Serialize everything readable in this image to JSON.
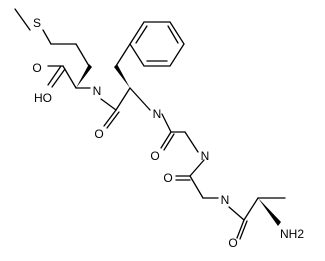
{
  "diagram": {
    "type": "chemical-structure",
    "atom_labels": {
      "S": "S",
      "HO": "HO",
      "O_acid": "O",
      "N_amide1": "N",
      "O_amide1": "O",
      "N_amide2": "N",
      "O_amide2": "O",
      "N_amide3": "N",
      "O_amide3": "O",
      "N_amide4": "N",
      "O_amide4": "O",
      "NH2": "NH2"
    }
  }
}
